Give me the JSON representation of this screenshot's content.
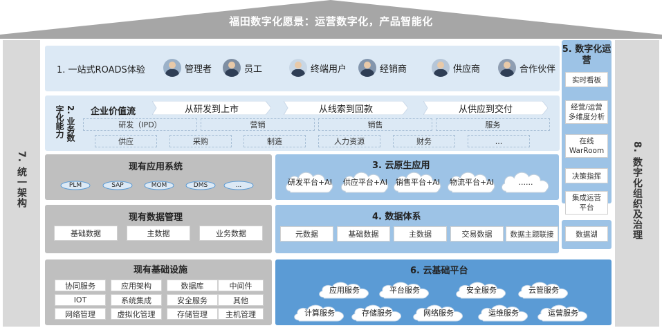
{
  "vision_title": "福田数字化愿景：运营数字化，产品智能化",
  "pillar_left": "7. 统一架构",
  "pillar_right": "8. 数字化组织及治理",
  "s1": {
    "title": "1. 一站式ROADS体验",
    "personas": [
      "管理者",
      "员工",
      "终端用户",
      "经销商",
      "供应商",
      "合作伙伴"
    ]
  },
  "s2": {
    "side_label": "2. 业务数字化能力",
    "value_stream_label": "企业价值流",
    "flows": [
      "从研发到上市",
      "从线索到回款",
      "从供应到交付"
    ],
    "row1": [
      "研发（IPD）",
      "营销",
      "销售",
      "服务"
    ],
    "row2": [
      "供应",
      "采购",
      "制造",
      "人力资源",
      "财务",
      "..."
    ]
  },
  "existing_apps": {
    "title": "现有应用系统",
    "items": [
      "PLM",
      "SAP",
      "MOM",
      "DMS",
      "..."
    ]
  },
  "cloud_native": {
    "title": "3. 云原生应用",
    "items": [
      "研发平台+AI",
      "供应平台+AI",
      "销售平台+AI",
      "物流平台+AI",
      "......"
    ]
  },
  "existing_data": {
    "title": "现有数据管理",
    "items": [
      "基础数据",
      "主数据",
      "业务数据"
    ]
  },
  "data_system": {
    "title": "4. 数据体系",
    "items": [
      "元数据",
      "基础数据",
      "主数据",
      "交易数据",
      "数据主题联接"
    ]
  },
  "existing_infra": {
    "title": "现有基础设施",
    "items": [
      "协同服务",
      "应用架构",
      "数据库",
      "中间件",
      "IOT",
      "系统集成",
      "安全服务",
      "其他",
      "网络管理",
      "虚拟化管理",
      "存储管理",
      "主机管理"
    ]
  },
  "cloud_infra": {
    "title": "6. 云基础平台",
    "row1": [
      "应用服务",
      "平台服务",
      "安全服务",
      "云管服务"
    ],
    "row2": [
      "计算服务",
      "存储服务",
      "网络服务",
      "运维服务",
      "运营服务"
    ]
  },
  "ops": {
    "title": "5. 数字化运营",
    "items": [
      "实时看板",
      "经营/运营多维度分析",
      "在线WarRoom",
      "决策指挥",
      "集成运营平台"
    ]
  },
  "data_lake": "数据湖",
  "colors": {
    "roof": "#a6a6a6",
    "pillar": "#d9d9d9",
    "light_blue": "#dce9f5",
    "mid_blue": "#9dc3e6",
    "dark_blue": "#5b9bd5",
    "gray_panel": "#bfbfbf"
  }
}
